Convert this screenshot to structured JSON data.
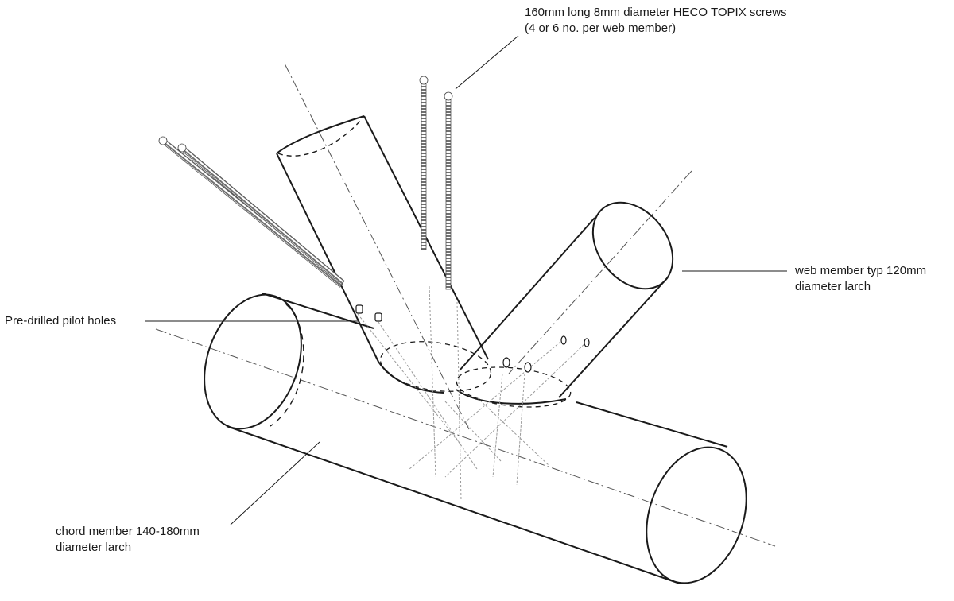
{
  "labels": {
    "screws": {
      "line1": "160mm long 8mm diameter HECO TOPIX screws",
      "line2": "(4 or 6 no. per web member)"
    },
    "web_member": {
      "line1": "web member typ 120mm",
      "line2": "diameter larch"
    },
    "pilot_holes": {
      "line1": "Pre-drilled pilot holes"
    },
    "chord_member": {
      "line1": "chord member 140-180mm",
      "line2": "diameter larch"
    }
  },
  "colors": {
    "ink": "#1a1a1a",
    "screw": "#6e6e6e",
    "hidden": "#9a9a9a"
  }
}
